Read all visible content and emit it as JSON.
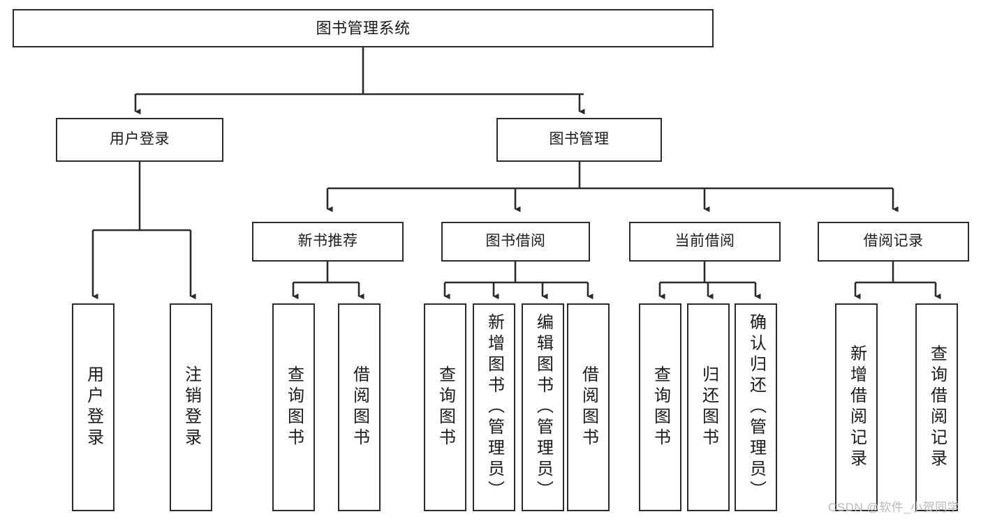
{
  "diagram": {
    "title": "图书管理系统",
    "type": "tree",
    "watermark": "CSDN @软件_小贺同学",
    "colors": {
      "box_border": "#2b2b2b",
      "box_fill": "#ffffff",
      "edge": "#2b2b2b",
      "text": "#1a1a1a",
      "watermark": "#b9b9b9",
      "background": "#ffffff"
    },
    "root": {
      "label": "图书管理系统"
    },
    "level2": [
      {
        "label": "用户登录"
      },
      {
        "label": "图书管理"
      }
    ],
    "level3": [
      {
        "label": "新书推荐"
      },
      {
        "label": "图书借阅"
      },
      {
        "label": "当前借阅"
      },
      {
        "label": "借阅记录"
      }
    ],
    "leaves": {
      "user_login": [
        {
          "label": "用户登录"
        },
        {
          "label": "注销登录"
        }
      ],
      "new_book_recommend": [
        {
          "label": "查询图书"
        },
        {
          "label": "借阅图书"
        }
      ],
      "book_borrow": [
        {
          "label": "查询图书"
        },
        {
          "label": "新增图书（管理员）"
        },
        {
          "label": "编辑图书（管理员）"
        },
        {
          "label": "借阅图书"
        }
      ],
      "current_borrow": [
        {
          "label": "查询图书"
        },
        {
          "label": "归还图书"
        },
        {
          "label": "确认归还（管理员）"
        }
      ],
      "borrow_record": [
        {
          "label": "新增借阅记录"
        },
        {
          "label": "查询借阅记录"
        }
      ]
    }
  }
}
